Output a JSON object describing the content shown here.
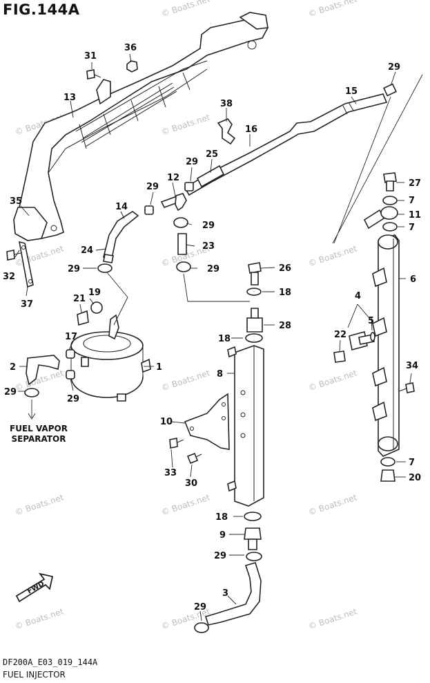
{
  "figure": {
    "title": "FIG.144A",
    "code": "DF200A_E03_019_144A",
    "caption": "FUEL INJECTOR"
  },
  "separator_note": {
    "line1": "FUEL VAPOR",
    "line2": "SEPARATOR"
  },
  "fwd_label": "FWD",
  "watermark": "© Boats.net",
  "callouts": [
    "1",
    "2",
    "3",
    "4",
    "5",
    "6",
    "7",
    "8",
    "9",
    "10",
    "11",
    "12",
    "13",
    "14",
    "15",
    "16",
    "17",
    "18",
    "19",
    "20",
    "21",
    "22",
    "23",
    "24",
    "25",
    "26",
    "27",
    "28",
    "29",
    "30",
    "31",
    "32",
    "33",
    "34",
    "35",
    "36",
    "37",
    "38"
  ]
}
